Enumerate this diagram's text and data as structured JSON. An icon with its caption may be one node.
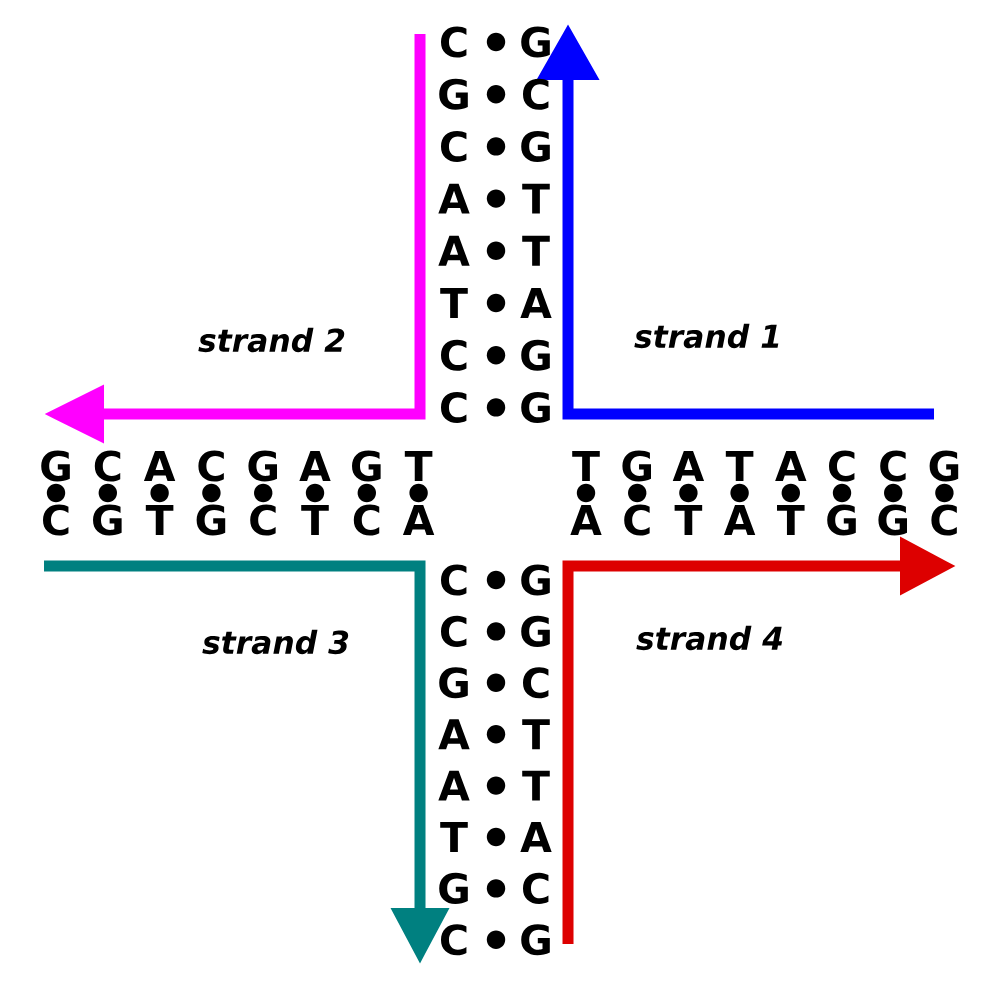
{
  "diagram": {
    "labels": [
      "C",
      "G",
      "G",
      "C",
      "C",
      "G",
      "A",
      "T",
      "A",
      "T",
      "T",
      "A",
      "strand 2",
      "C",
      "G",
      "strand 1",
      "C",
      "G",
      "G",
      "C",
      "A",
      "C",
      "G",
      "A",
      "G",
      "T",
      "T",
      "G",
      "A",
      "T",
      "A",
      "C",
      "C",
      "G",
      "C",
      "G",
      "T",
      "G",
      "C",
      "T",
      "C",
      "A",
      "A",
      "C",
      "T",
      "A",
      "T",
      "G",
      "G",
      "C",
      "C",
      "G",
      "strand 3",
      "C",
      "G",
      "strand 4",
      "G",
      "C",
      "A",
      "T",
      "A",
      "T",
      "T",
      "A",
      "G",
      "C",
      "C",
      "G"
    ]
  }
}
